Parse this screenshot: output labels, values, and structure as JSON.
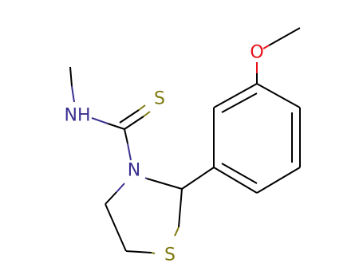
{
  "diagram": {
    "type": "chemical-structure",
    "background_color": "#ffffff",
    "colors": {
      "carbon_bond": "#000000",
      "nitrogen": "#3a3090",
      "oxygen": "#e8101a",
      "sulfur": "#7e7a0e"
    },
    "atoms": [
      {
        "id": "ring-nitrogen",
        "label": "N",
        "element": "nitrogen"
      },
      {
        "id": "amine-nitrogen",
        "label": "NH",
        "element": "nitrogen"
      },
      {
        "id": "thione-sulfur",
        "label": "S",
        "element": "sulfur"
      },
      {
        "id": "ring-sulfur",
        "label": "S",
        "element": "sulfur"
      },
      {
        "id": "methoxy-oxygen",
        "label": "O",
        "element": "oxygen"
      }
    ]
  }
}
